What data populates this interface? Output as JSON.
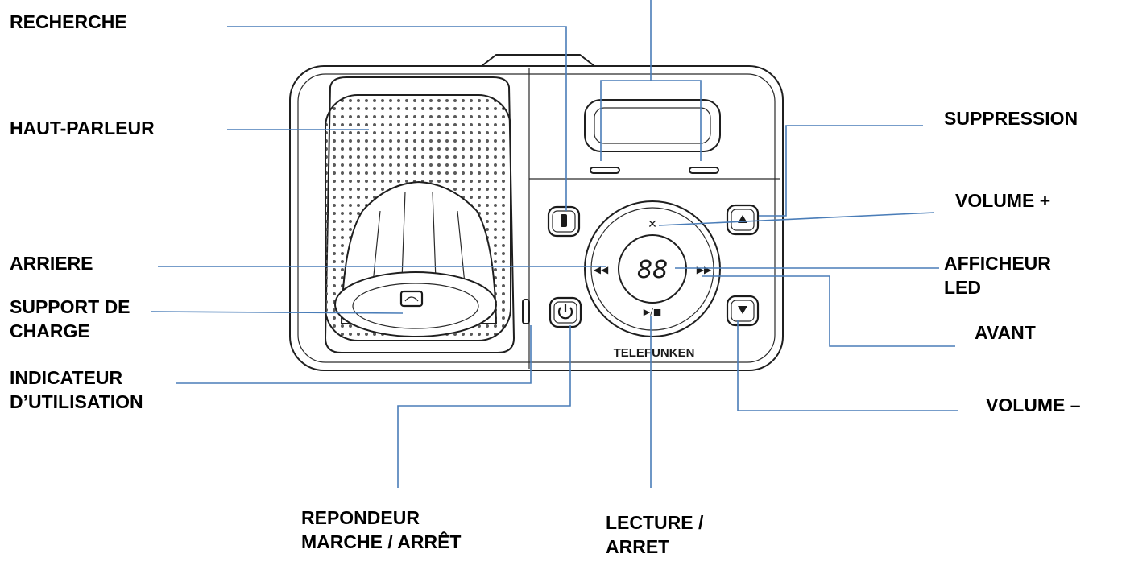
{
  "labels": {
    "recherche": "RECHERCHE",
    "haut_parleur": "HAUT-PARLEUR",
    "arriere": "ARRIERE",
    "support_line1": "SUPPORT DE",
    "support_line2": "CHARGE",
    "indicateur_line1": "INDICATEUR",
    "indicateur_line2": "D’UTILISATION",
    "repondeur_line1": "REPONDEUR",
    "repondeur_line2": "MARCHE / ARRÊT",
    "lecture_line1": "LECTURE /",
    "lecture_line2": "ARRET",
    "suppression": "SUPPRESSION",
    "volume_plus": "VOLUME +",
    "afficheur_line1": "AFFICHEUR",
    "afficheur_line2": "LED",
    "avant": "AVANT",
    "volume_minus": "VOLUME –"
  },
  "device": {
    "brand": "TELEFUNKEN",
    "led_display": "88"
  },
  "icons": {
    "recherche": "handset-icon",
    "power": "power-icon",
    "volume_up": "triangle-up-icon",
    "volume_down": "triangle-down-icon",
    "delete": "x-icon",
    "rewind": "rewind-icon",
    "forward": "fast-forward-icon",
    "play_stop": "play-stop-icon"
  },
  "colors": {
    "leader_line": "#4a7db8",
    "outline": "#1f1f1f"
  }
}
